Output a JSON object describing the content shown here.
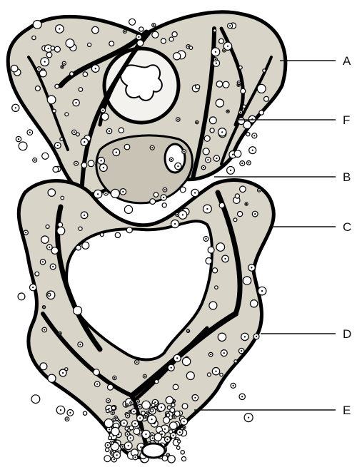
{
  "figure": {
    "labels": [
      {
        "id": "A",
        "text": "A"
      },
      {
        "id": "F",
        "text": "F"
      },
      {
        "id": "B",
        "text": "B"
      },
      {
        "id": "C",
        "text": "C"
      },
      {
        "id": "D",
        "text": "D"
      },
      {
        "id": "E",
        "text": "E"
      }
    ],
    "colors": {
      "ink": "#000000",
      "tissue": "#d9d4c8",
      "background": "#ffffff"
    }
  }
}
